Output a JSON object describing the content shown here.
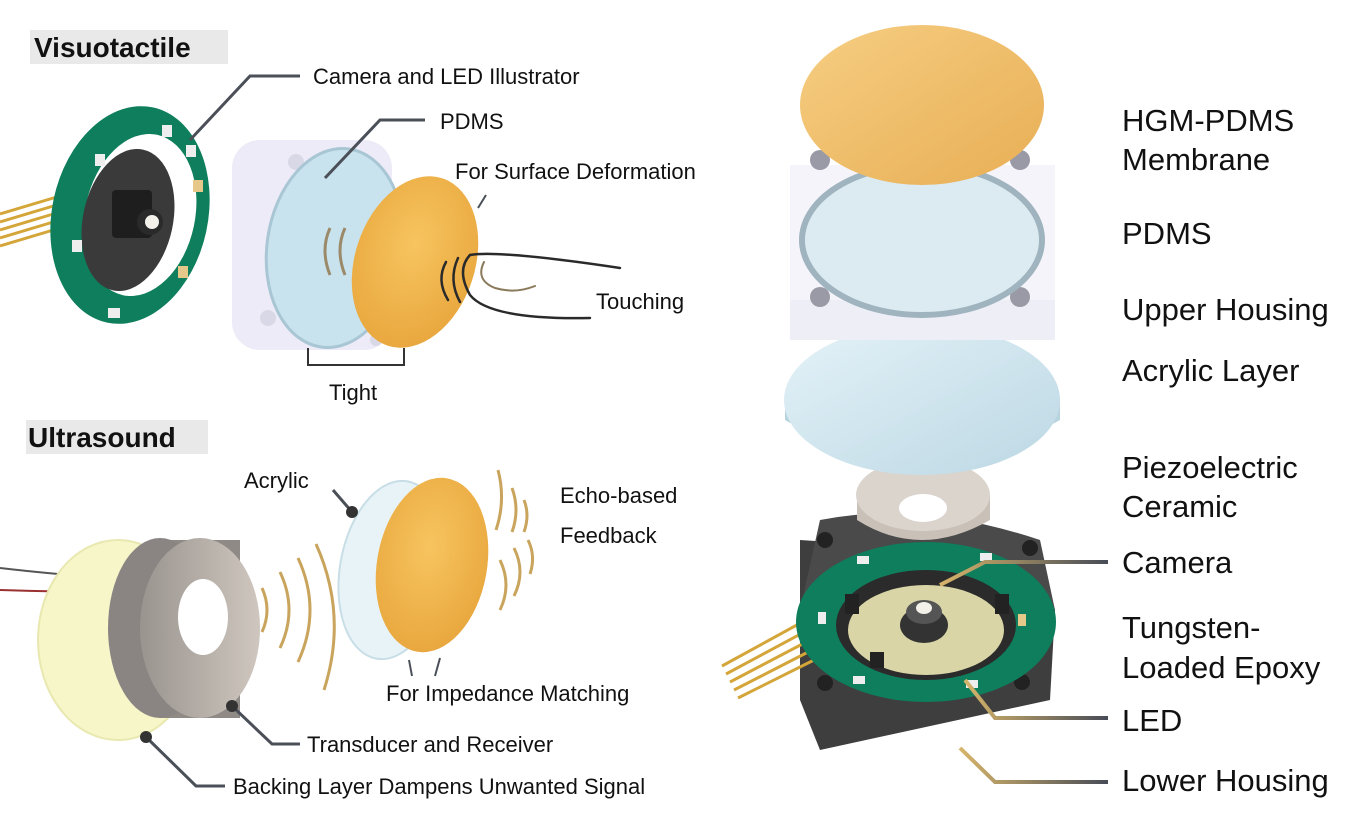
{
  "sections": {
    "visuotactile": "Visuotactile",
    "ultrasound": "Ultrasound"
  },
  "visuotactile_labels": {
    "camera_led": "Camera and LED Illustrator",
    "pdms": "PDMS",
    "surface_deformation": "For Surface Deformation",
    "touching": "Touching",
    "tight": "Tight"
  },
  "ultrasound_labels": {
    "acrylic": "Acrylic",
    "echo_line1": "Echo-based",
    "echo_line2": "Feedback",
    "impedance": "For Impedance Matching",
    "transducer": "Transducer and Receiver",
    "backing": "Backing Layer Dampens Unwanted Signal"
  },
  "stack_labels": {
    "hgm_line1": "HGM-PDMS",
    "hgm_line2": "Membrane",
    "pdms": "PDMS",
    "upper_housing": "Upper Housing",
    "acrylic_layer": "Acrylic Layer",
    "piezo_line1": "Piezoelectric",
    "piezo_line2": "Ceramic",
    "camera": "Camera",
    "tungsten_line1": "Tungsten-",
    "tungsten_line2": "Loaded Epoxy",
    "led": "LED",
    "lower_housing": "Lower Housing"
  },
  "colors": {
    "membrane_orange": "#F2B24A",
    "pcb_green": "#0E7E5C",
    "housing_dark": "#3A3A3A",
    "leader_gray": "#4A4F58",
    "leader_gold": "#C9A45C",
    "ceramic_gray": "#C8C0B8",
    "backing_yellow": "#F6F6C8"
  }
}
